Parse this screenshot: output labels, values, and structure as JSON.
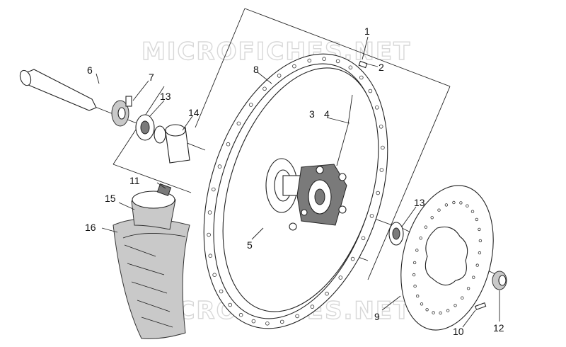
{
  "watermark": {
    "top_text": "MICROFICHES.NET",
    "bottom_text": "MICROFICHES.NET"
  },
  "callouts": [
    {
      "id": "c1",
      "text": "1"
    },
    {
      "id": "c2",
      "text": "2"
    },
    {
      "id": "c3",
      "text": "3"
    },
    {
      "id": "c4",
      "text": "4"
    },
    {
      "id": "c5",
      "text": "5"
    },
    {
      "id": "c6",
      "text": "6"
    },
    {
      "id": "c7",
      "text": "7"
    },
    {
      "id": "c8",
      "text": "8"
    },
    {
      "id": "c9",
      "text": "9"
    },
    {
      "id": "c10",
      "text": "10"
    },
    {
      "id": "c11",
      "text": "11"
    },
    {
      "id": "c12",
      "text": "12"
    },
    {
      "id": "c13a",
      "text": "13"
    },
    {
      "id": "c13b",
      "text": "13"
    },
    {
      "id": "c14",
      "text": "14"
    },
    {
      "id": "c15",
      "text": "15"
    },
    {
      "id": "c16",
      "text": "16"
    }
  ]
}
